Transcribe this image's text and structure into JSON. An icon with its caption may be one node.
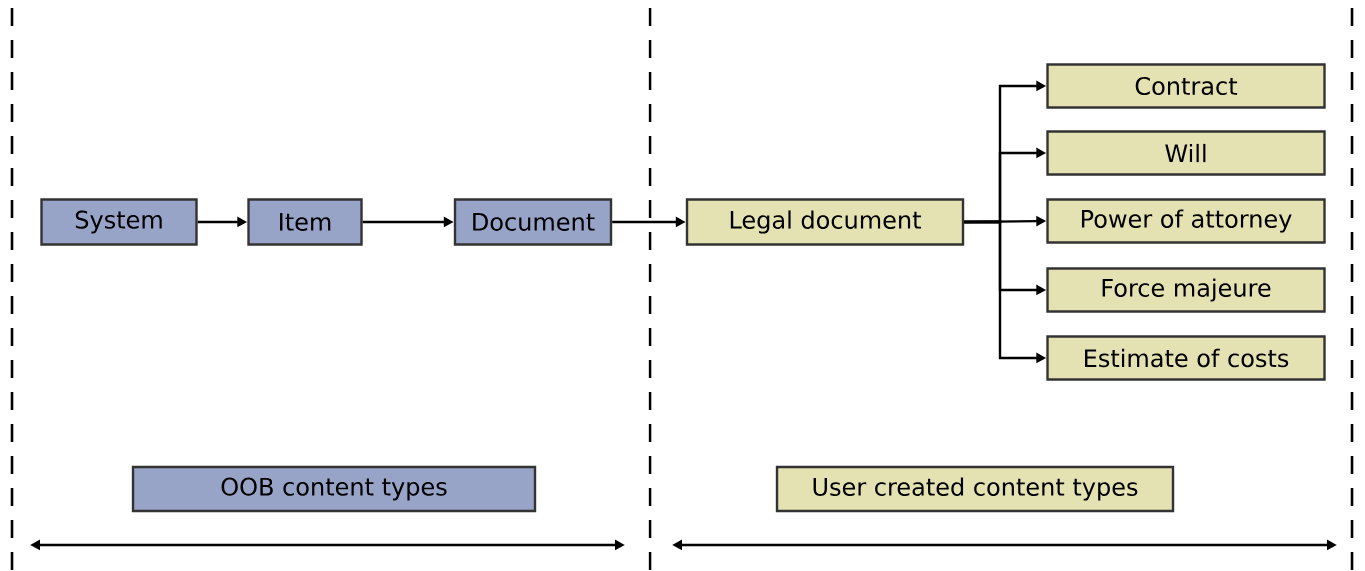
{
  "diagram": {
    "nodes": [
      {
        "text": [
          "System"
        ]
      },
      {
        "text": [
          "Item"
        ]
      },
      {
        "text": [
          "Document"
        ]
      },
      {
        "text": [
          "Legal document"
        ]
      },
      {
        "text": [
          "Contract"
        ]
      },
      {
        "text": [
          "Will"
        ]
      },
      {
        "text": [
          "Power of attorney"
        ]
      },
      {
        "text": [
          "Force majeure"
        ]
      },
      {
        "text": [
          "Estimate of costs"
        ]
      },
      {
        "text": [
          "OOB content types"
        ]
      },
      {
        "text": [
          "User created content types"
        ]
      }
    ],
    "edges": [
      {
        "from": 0,
        "to": 1,
        "arrow": "to"
      },
      {
        "from": 1,
        "to": 2,
        "arrow": "to"
      },
      {
        "from": 2,
        "to": 3,
        "arrow": "to"
      },
      {
        "from": 3,
        "to": 4,
        "arrow": "to"
      },
      {
        "from": 3,
        "to": 5,
        "arrow": "to"
      },
      {
        "from": 3,
        "to": 6,
        "arrow": "to"
      },
      {
        "from": 3,
        "to": 7,
        "arrow": "to"
      },
      {
        "from": 3,
        "to": 8,
        "arrow": "to"
      }
    ]
  }
}
